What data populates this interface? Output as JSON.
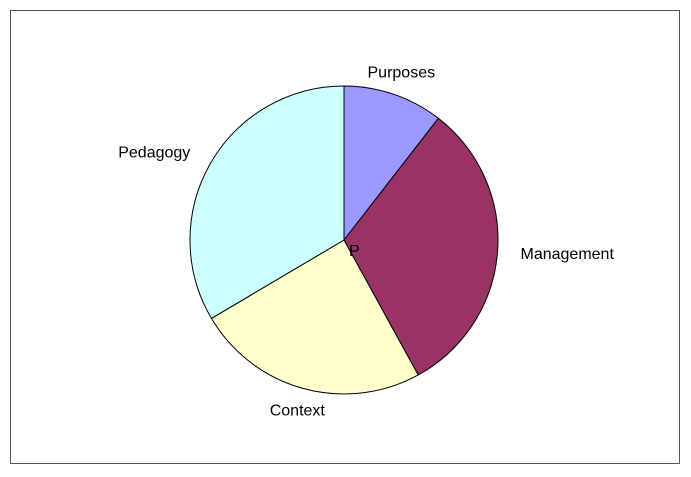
{
  "chart_data": {
    "type": "pie",
    "title": "",
    "center_label": "P",
    "start_angle_deg": 90,
    "direction": "clockwise",
    "slices": [
      {
        "label": "Purposes",
        "value": 10.5,
        "color": "#9999ff"
      },
      {
        "label": "Management",
        "value": 31.5,
        "color": "#993366"
      },
      {
        "label": "Context",
        "value": 24.5,
        "color": "#ffffcc"
      },
      {
        "label": "Pedagogy",
        "value": 33.5,
        "color": "#ccffff"
      }
    ],
    "stroke_color": "#000000",
    "legend": "none"
  }
}
